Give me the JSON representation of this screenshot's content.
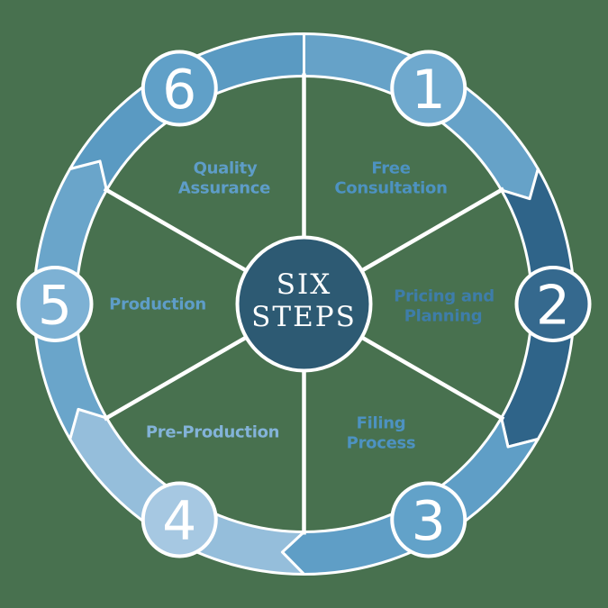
{
  "background_color": "#48714f",
  "outline_color": "#ffffff",
  "center": {
    "line1": "SIX",
    "line2": "STEPS",
    "fill": "#2d5a73",
    "text_color": "#ffffff"
  },
  "steps": [
    {
      "number": "1",
      "label": "Free Consultation",
      "label_lines": [
        "Free",
        "Consultation"
      ],
      "segment_color": "#66a2c8",
      "circle_color": "#6fa9ce",
      "label_color": "#4d92c1"
    },
    {
      "number": "2",
      "label": "Pricing and Planning",
      "label_lines": [
        "Pricing and",
        "Planning"
      ],
      "segment_color": "#2f6489",
      "circle_color": "#35698e",
      "label_color": "#3e7da9"
    },
    {
      "number": "3",
      "label": "Filing Process",
      "label_lines": [
        "Filing",
        "Process"
      ],
      "segment_color": "#5f9ec6",
      "circle_color": "#62a2c9",
      "label_color": "#4d92c1"
    },
    {
      "number": "4",
      "label": "Pre-Production",
      "label_lines": [
        "Pre-Production"
      ],
      "segment_color": "#95bedb",
      "circle_color": "#a6c8e2",
      "label_color": "#83b3d9"
    },
    {
      "number": "5",
      "label": "Production",
      "label_lines": [
        "Production"
      ],
      "segment_color": "#6aa5ca",
      "circle_color": "#7db1d4",
      "label_color": "#5e9dc8"
    },
    {
      "number": "6",
      "label": "Quality Assurance",
      "label_lines": [
        "Quality",
        "Assurance"
      ],
      "segment_color": "#5a9ac2",
      "circle_color": "#60a0c8",
      "label_color": "#5e9dc8"
    }
  ]
}
